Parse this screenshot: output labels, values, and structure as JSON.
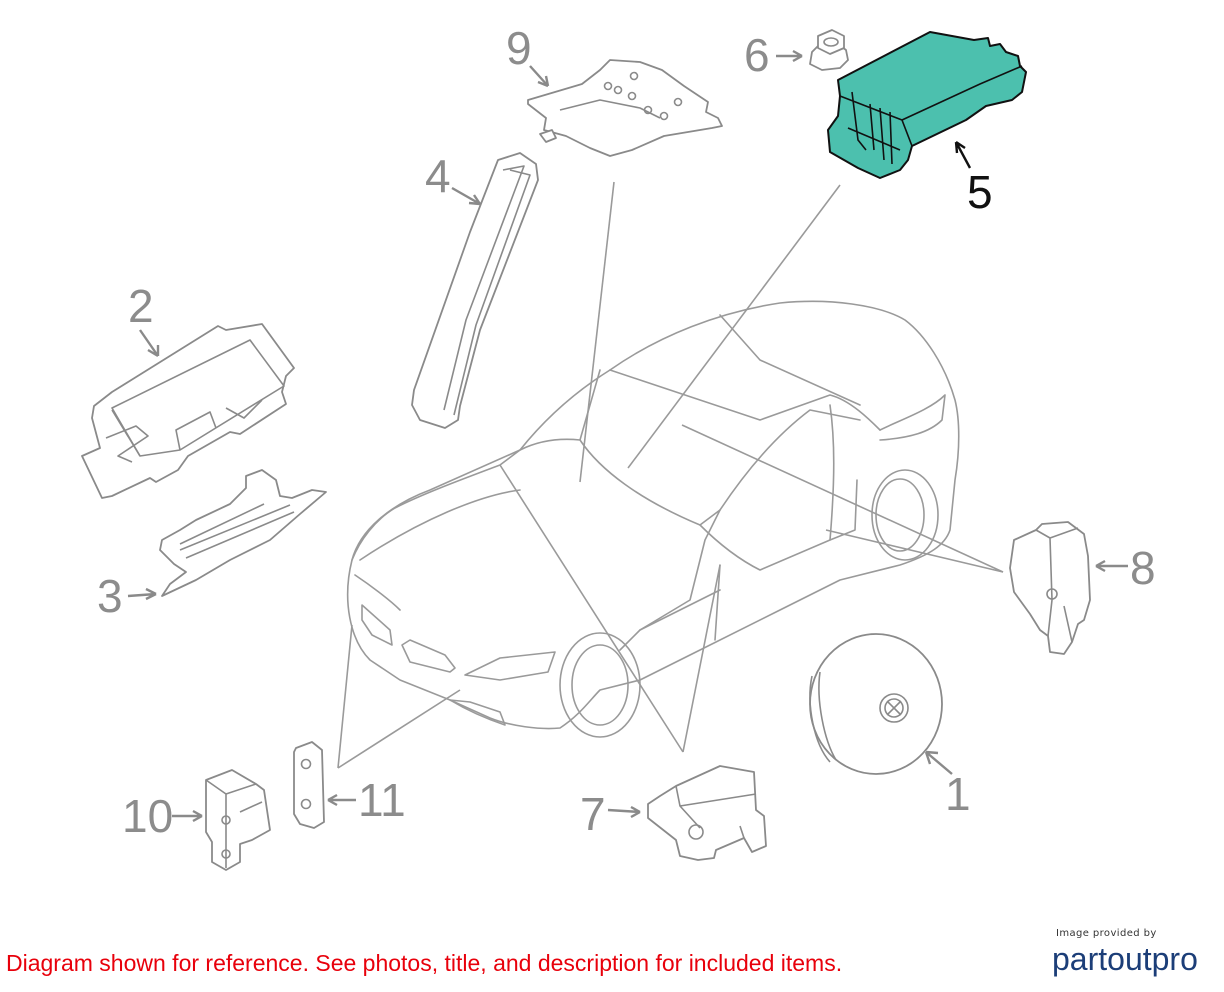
{
  "diagram": {
    "callouts": [
      {
        "id": "1",
        "label": "1"
      },
      {
        "id": "2",
        "label": "2"
      },
      {
        "id": "3",
        "label": "3"
      },
      {
        "id": "4",
        "label": "4"
      },
      {
        "id": "5",
        "label": "5"
      },
      {
        "id": "6",
        "label": "6"
      },
      {
        "id": "7",
        "label": "7"
      },
      {
        "id": "8",
        "label": "8"
      },
      {
        "id": "9",
        "label": "9"
      },
      {
        "id": "10",
        "label": "10"
      },
      {
        "id": "11",
        "label": "11"
      }
    ],
    "highlighted_part": "5",
    "highlight_color": "#4cc0ae",
    "line_color": "#9a9a9a"
  },
  "footer": {
    "disclaimer": "Diagram shown for reference. See photos, title, and description for included items.",
    "disclaimer_color": "#e8000b",
    "brand_caption": "Image provided by",
    "brand_name": "partoutpro",
    "brand_color": "#1c3e78"
  }
}
